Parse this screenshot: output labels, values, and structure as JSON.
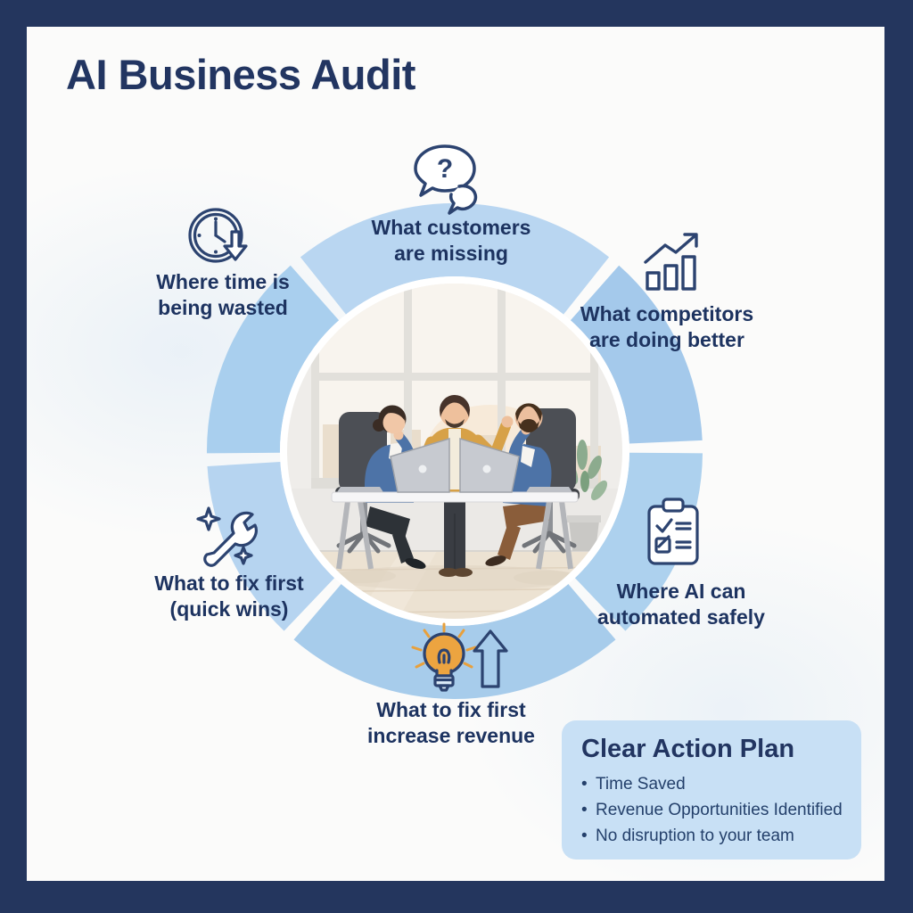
{
  "page": {
    "title": "AI Business Audit"
  },
  "theme": {
    "frame": "#24365e",
    "panel_bg": "#fbfbfa",
    "title_text": "#223561",
    "label_text": "#1d3360",
    "icon_stroke": "#2c4370",
    "bulb_orange": "#eca440",
    "ray_orange": "#e8a03c",
    "plan_bg": "#c8e0f5",
    "plan_text": "#24406b"
  },
  "wheel": {
    "segments": [
      {
        "position": "top",
        "label": "What customers are missing",
        "label_lines": [
          "What customers",
          "are missing"
        ],
        "icon": "question-bubbles-icon",
        "color": "#b9d6f1"
      },
      {
        "position": "upper-right",
        "label": "What competitors are doing better",
        "label_lines": [
          "What competitors",
          "are doing better"
        ],
        "icon": "growth-chart-icon",
        "color": "#a4c9eb"
      },
      {
        "position": "lower-right",
        "label": "Where AI can automated safely",
        "label_lines": [
          "Where AI can",
          "automated safely"
        ],
        "icon": "checklist-clipboard-icon",
        "color": "#add1ee"
      },
      {
        "position": "bottom",
        "label": "What to fix first increase revenue",
        "label_lines": [
          "What to fix first",
          "increase revenue"
        ],
        "icon": "lightbulb-arrow-icon",
        "color": "#a7cceb"
      },
      {
        "position": "lower-left",
        "label": "What to fix first (quick wins)",
        "label_lines": [
          "What to fix first",
          "(quick wins)"
        ],
        "icon": "wrench-stars-icon",
        "color": "#b6d4f0"
      },
      {
        "position": "upper-left",
        "label": "Where time is being wasted",
        "label_lines": [
          "Where time is",
          "being wasted"
        ],
        "icon": "clock-arrow-icon",
        "color": "#a9cfee"
      }
    ]
  },
  "action_plan": {
    "title": "Clear Action Plan",
    "bullet": "•",
    "items": [
      "Time Saved",
      "Revenue Opportunities Identified",
      "No disruption to your team"
    ]
  }
}
